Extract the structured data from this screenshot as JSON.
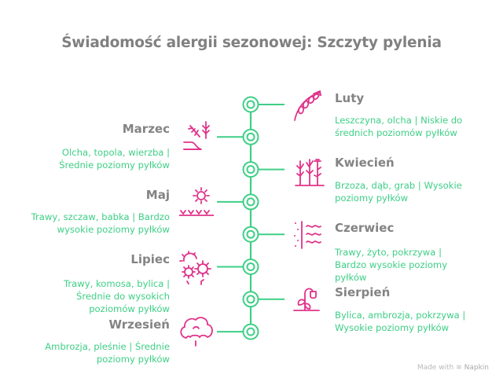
{
  "title": "Świadomość alergii sezonowej: Szczyty pylenia",
  "colors": {
    "line": "#3ecf86",
    "icon": "#e0338a",
    "month": "#838383",
    "desc": "#3ecf86"
  },
  "entries": [
    {
      "month": "Luty",
      "desc": "Leszczyna, olcha | Niskie do średnich poziomów pyłków",
      "side": "right",
      "icon": "wheat-icon"
    },
    {
      "month": "Marzec",
      "desc": "Olcha, topola, wierzba | Średnie poziomy pyłków",
      "side": "left",
      "icon": "branches-icon"
    },
    {
      "month": "Kwiecień",
      "desc": "Brzoza, dąb, grab | Wysokie poziomy pyłków",
      "side": "right",
      "icon": "trees-icon"
    },
    {
      "month": "Maj",
      "desc": "Trawy, szczaw, babka | Bardzo wysokie poziomy pyłków",
      "side": "left",
      "icon": "sun-grass-icon"
    },
    {
      "month": "Czerwiec",
      "desc": "Trawy, żyto, pokrzywa | Bardzo wysokie poziomy pyłków",
      "side": "right",
      "icon": "wind-pollen-icon"
    },
    {
      "month": "Lipiec",
      "desc": "Trawy, komosa, bylica | Średnie do wysokich poziomów pyłków",
      "side": "left",
      "icon": "pollen-spores-icon"
    },
    {
      "month": "Sierpień",
      "desc": "Bylica, ambrozja, pokrzywa | Wysokie poziomy pyłków",
      "side": "right",
      "icon": "wilted-plant-icon"
    },
    {
      "month": "Wrzesień",
      "desc": "Ambrozja, pleśnie | Średnie poziomy pyłków",
      "side": "left",
      "icon": "mold-cloud-icon"
    }
  ],
  "footer": {
    "made_with": "Made with",
    "brand": "Napkin"
  }
}
